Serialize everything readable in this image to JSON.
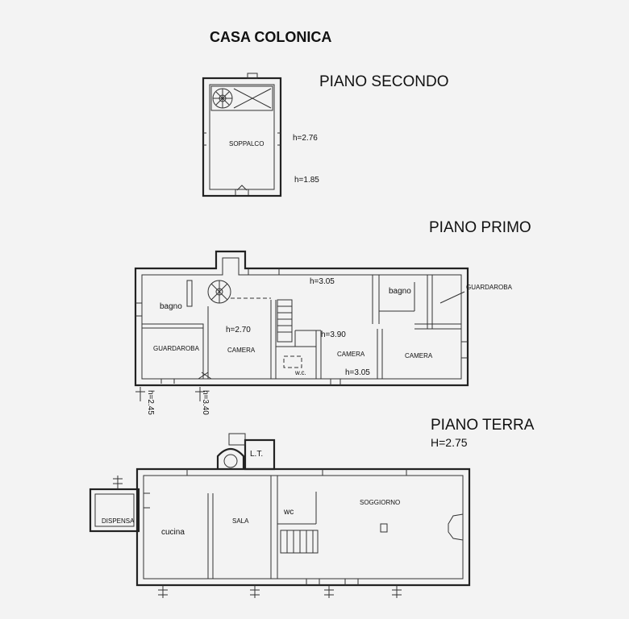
{
  "title": "CASA COLONICA",
  "floors": {
    "second": {
      "name": "PIANO SECONDO",
      "rooms": {
        "soppalco": "SOPPALCO"
      },
      "heights": {
        "h1": "h=2.76",
        "h2": "h=1.85"
      }
    },
    "first": {
      "name": "PIANO PRIMO",
      "rooms": {
        "bagno_left": "bagno",
        "guardaroba_left": "GUARDAROBA",
        "camera_left": "CAMERA",
        "wc": "w.c.",
        "camera_mid": "CAMERA",
        "bagno_right": "bagno",
        "guardaroba_right": "GUARDAROBA",
        "camera_right": "CAMERA"
      },
      "heights": {
        "h_305_top": "h=3.05",
        "h_270": "h=2.70",
        "h_390": "h=3.90",
        "h_305_bottom": "h=3.05",
        "h_245": "h=2.45",
        "h_340": "h=3.40"
      }
    },
    "ground": {
      "name": "PIANO TERRA",
      "height": "H=2.75",
      "rooms": {
        "lt": "L.T.",
        "dispensa": "DISPENSA",
        "cucina": "cucina",
        "sala": "SALA",
        "wc": "wc",
        "soggiorno": "SOGGIORNO"
      }
    }
  }
}
